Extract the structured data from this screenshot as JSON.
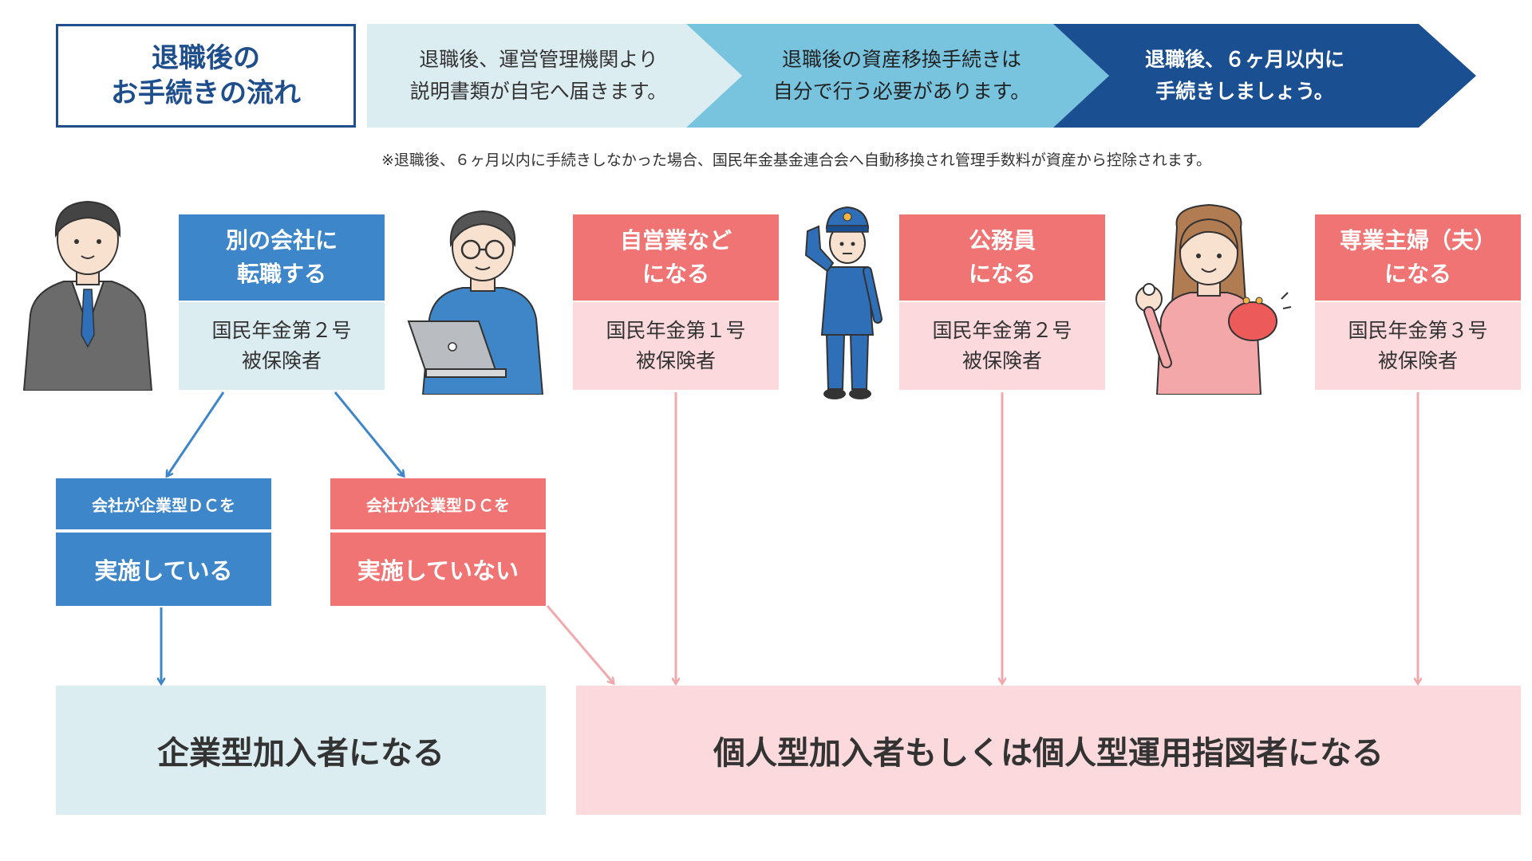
{
  "title": {
    "line1": "退職後の",
    "line2": "お手続きの流れ"
  },
  "steps": [
    {
      "line1": "退職後、運営管理機関より",
      "line2": "説明書類が自宅へ届きます。",
      "color": "#dcedf2",
      "text_color": "#333333"
    },
    {
      "line1": "退職後の資産移換手続きは",
      "line2": "自分で行う必要があります。",
      "color": "#78c4df",
      "text_color": "#222222"
    },
    {
      "line1": "退職後、６ヶ月以内に",
      "line2": "手続きしましょう。",
      "color": "#1a4f91",
      "text_color": "#ffffff"
    }
  ],
  "note": "※退職後、６ヶ月以内に手続きしなかった場合、国民年金基金連合会へ自動移換され管理手数料が資産から控除されます。",
  "categories": [
    {
      "id": "transfer",
      "head_line1": "別の会社に",
      "head_line2": "転職する",
      "sub_line1": "国民年金第２号",
      "sub_line2": "被保険者",
      "theme": "blue"
    },
    {
      "id": "self-employed",
      "head_line1": "自営業など",
      "head_line2": "になる",
      "sub_line1": "国民年金第１号",
      "sub_line2": "被保険者",
      "theme": "red"
    },
    {
      "id": "civil-servant",
      "head_line1": "公務員",
      "head_line2": "になる",
      "sub_line1": "国民年金第２号",
      "sub_line2": "被保険者",
      "theme": "red"
    },
    {
      "id": "homemaker",
      "head_line1": "専業主婦（夫）",
      "head_line2": "になる",
      "sub_line1": "国民年金第３号",
      "sub_line2": "被保険者",
      "theme": "red"
    }
  ],
  "dc_branches": [
    {
      "top": "会社が企業型ＤＣを",
      "bottom": "実施している",
      "theme": "blue"
    },
    {
      "top": "会社が企業型ＤＣを",
      "bottom": "実施していない",
      "theme": "red"
    }
  ],
  "results": {
    "corporate": "企業型加入者になる",
    "individual": "個人型加入者もしくは個人型運用指図者になる"
  },
  "colors": {
    "blue_header": "#3d86c9",
    "blue_sub": "#dcedf2",
    "red_header": "#f07473",
    "red_sub": "#fcd9dc",
    "arrow_blue": "#3d86c9",
    "arrow_pink": "#f2a9ad",
    "title_border": "#1f4e8c"
  },
  "illustrations": [
    "businessman-in-suit",
    "man-with-laptop",
    "police-officer-saluting",
    "woman-with-wallet"
  ]
}
